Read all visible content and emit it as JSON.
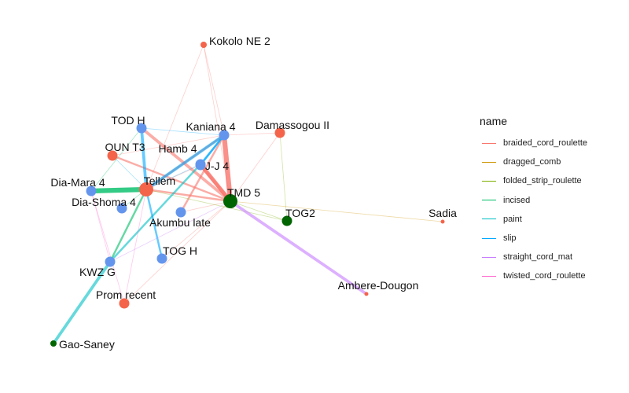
{
  "legend": {
    "title": "name",
    "items": [
      {
        "label": "braided_cord_roulette",
        "color": "#F8766D"
      },
      {
        "label": "dragged_comb",
        "color": "#CD9600"
      },
      {
        "label": "folded_strip_roulette",
        "color": "#7CAE00"
      },
      {
        "label": "incised",
        "color": "#00BE67"
      },
      {
        "label": "paint",
        "color": "#00BFC4"
      },
      {
        "label": "slip",
        "color": "#00A9FF"
      },
      {
        "label": "straight_cord_mat",
        "color": "#C77CFF"
      },
      {
        "label": "twisted_cord_roulette",
        "color": "#FF61CC"
      }
    ]
  },
  "node_colors": {
    "orange": "#F4644B",
    "blue": "#6495ED",
    "green": "#006400"
  },
  "nodes": [
    {
      "id": "kokolo",
      "label": "Kokolo NE 2",
      "color": "orange",
      "size": "small"
    },
    {
      "id": "todh",
      "label": "TOD H",
      "color": "blue",
      "size": "medium"
    },
    {
      "id": "kaniana",
      "label": "Kaniana 4",
      "color": "blue",
      "size": "medium"
    },
    {
      "id": "damassogou",
      "label": "Damassogou II",
      "color": "orange",
      "size": "medium"
    },
    {
      "id": "ount3",
      "label": "OUN T3",
      "color": "orange",
      "size": "medium"
    },
    {
      "id": "hamb4",
      "label": "Hamb 4",
      "color": "blue",
      "size": "medium"
    },
    {
      "id": "jj4",
      "label": "J-J 4",
      "color": "blue",
      "size": "medium"
    },
    {
      "id": "diamara",
      "label": "Dia-Mara 4",
      "color": "blue",
      "size": "medium"
    },
    {
      "id": "tellem",
      "label": "Tellem",
      "color": "orange",
      "size": "large"
    },
    {
      "id": "tmd5",
      "label": "TMD 5",
      "color": "green",
      "size": "large"
    },
    {
      "id": "diashoma",
      "label": "Dia-Shoma 4",
      "color": "blue",
      "size": "medium"
    },
    {
      "id": "akumbu",
      "label": "Akumbu late",
      "color": "blue",
      "size": "medium"
    },
    {
      "id": "tog2",
      "label": "TOG2",
      "color": "green",
      "size": "medium"
    },
    {
      "id": "sadia",
      "label": "Sadia",
      "color": "orange",
      "size": "tiny"
    },
    {
      "id": "togh",
      "label": "TOG H",
      "color": "blue",
      "size": "medium"
    },
    {
      "id": "kwzg",
      "label": "KWZ G",
      "color": "blue",
      "size": "medium"
    },
    {
      "id": "ambere",
      "label": "Ambere-Dougon",
      "color": "orange",
      "size": "tiny"
    },
    {
      "id": "prom",
      "label": "Prom recent",
      "color": "orange",
      "size": "medium"
    },
    {
      "id": "gao",
      "label": "Gao-Saney",
      "color": "green",
      "size": "small"
    }
  ],
  "edges": [
    {
      "source": "kaniana",
      "target": "tmd5",
      "type": "braided_cord_roulette",
      "weight": 5
    },
    {
      "source": "hamb4",
      "target": "tmd5",
      "type": "braided_cord_roulette",
      "weight": 4
    },
    {
      "source": "todh",
      "target": "tmd5",
      "type": "braided_cord_roulette",
      "weight": 3
    },
    {
      "source": "jj4",
      "target": "tmd5",
      "type": "braided_cord_roulette",
      "weight": 3
    },
    {
      "source": "ount3",
      "target": "tmd5",
      "type": "braided_cord_roulette",
      "weight": 2
    },
    {
      "source": "tellem",
      "target": "tmd5",
      "type": "braided_cord_roulette",
      "weight": 2
    },
    {
      "source": "akumbu",
      "target": "kaniana",
      "type": "braided_cord_roulette",
      "weight": 2
    },
    {
      "source": "tellem",
      "target": "kaniana",
      "type": "braided_cord_roulette",
      "weight": 2
    },
    {
      "source": "kaniana",
      "target": "damassogou",
      "type": "braided_cord_roulette",
      "weight": 1
    },
    {
      "source": "damassogou",
      "target": "tmd5",
      "type": "braided_cord_roulette",
      "weight": 1
    },
    {
      "source": "kokolo",
      "target": "tmd5",
      "type": "braided_cord_roulette",
      "weight": 1
    },
    {
      "source": "kokolo",
      "target": "tellem",
      "type": "braided_cord_roulette",
      "weight": 1
    },
    {
      "source": "kokolo",
      "target": "kaniana",
      "type": "braided_cord_roulette",
      "weight": 1
    },
    {
      "source": "ount3",
      "target": "kaniana",
      "type": "braided_cord_roulette",
      "weight": 1
    },
    {
      "source": "tmd5",
      "target": "togh",
      "type": "braided_cord_roulette",
      "weight": 1
    },
    {
      "source": "tmd5",
      "target": "prom",
      "type": "braided_cord_roulette",
      "weight": 1
    },
    {
      "source": "tmd5",
      "target": "akumbu",
      "type": "braided_cord_roulette",
      "weight": 1
    },
    {
      "source": "tellem",
      "target": "jj4",
      "type": "braided_cord_roulette",
      "weight": 1
    },
    {
      "source": "tmd5",
      "target": "sadia",
      "type": "dragged_comb",
      "weight": 1
    },
    {
      "source": "damassogou",
      "target": "tog2",
      "type": "folded_strip_roulette",
      "weight": 1
    },
    {
      "source": "tmd5",
      "target": "tog2",
      "type": "folded_strip_roulette",
      "weight": 1
    },
    {
      "source": "tellem",
      "target": "tog2",
      "type": "folded_strip_roulette",
      "weight": 1
    },
    {
      "source": "diamara",
      "target": "tellem",
      "type": "incised",
      "weight": 5
    },
    {
      "source": "tellem",
      "target": "kwzg",
      "type": "incised",
      "weight": 2
    },
    {
      "source": "diamara",
      "target": "todh",
      "type": "incised",
      "weight": 1
    },
    {
      "source": "diashoma",
      "target": "tellem",
      "type": "incised",
      "weight": 1
    },
    {
      "source": "kwzg",
      "target": "gao",
      "type": "paint",
      "weight": 3
    },
    {
      "source": "kwzg",
      "target": "hamb4",
      "type": "paint",
      "weight": 2
    },
    {
      "source": "todh",
      "target": "tellem",
      "type": "slip",
      "weight": 3
    },
    {
      "source": "tellem",
      "target": "kaniana",
      "type": "slip",
      "weight": 3
    },
    {
      "source": "tellem",
      "target": "togh",
      "type": "slip",
      "weight": 2
    },
    {
      "source": "jj4",
      "target": "kaniana",
      "type": "slip",
      "weight": 2
    },
    {
      "source": "hamb4",
      "target": "kaniana",
      "type": "slip",
      "weight": 2
    },
    {
      "source": "ount3",
      "target": "tellem",
      "type": "slip",
      "weight": 1
    },
    {
      "source": "tellem",
      "target": "hamb4",
      "type": "slip",
      "weight": 1
    },
    {
      "source": "todh",
      "target": "kaniana",
      "type": "slip",
      "weight": 1
    },
    {
      "source": "tmd5",
      "target": "ambere",
      "type": "straight_cord_mat",
      "weight": 3
    },
    {
      "source": "kwzg",
      "target": "tmd5",
      "type": "straight_cord_mat",
      "weight": 1
    },
    {
      "source": "prom",
      "target": "diamara",
      "type": "twisted_cord_roulette",
      "weight": 1
    },
    {
      "source": "prom",
      "target": "tellem",
      "type": "twisted_cord_roulette",
      "weight": 1
    },
    {
      "source": "kwzg",
      "target": "diamara",
      "type": "twisted_cord_roulette",
      "weight": 1
    }
  ]
}
